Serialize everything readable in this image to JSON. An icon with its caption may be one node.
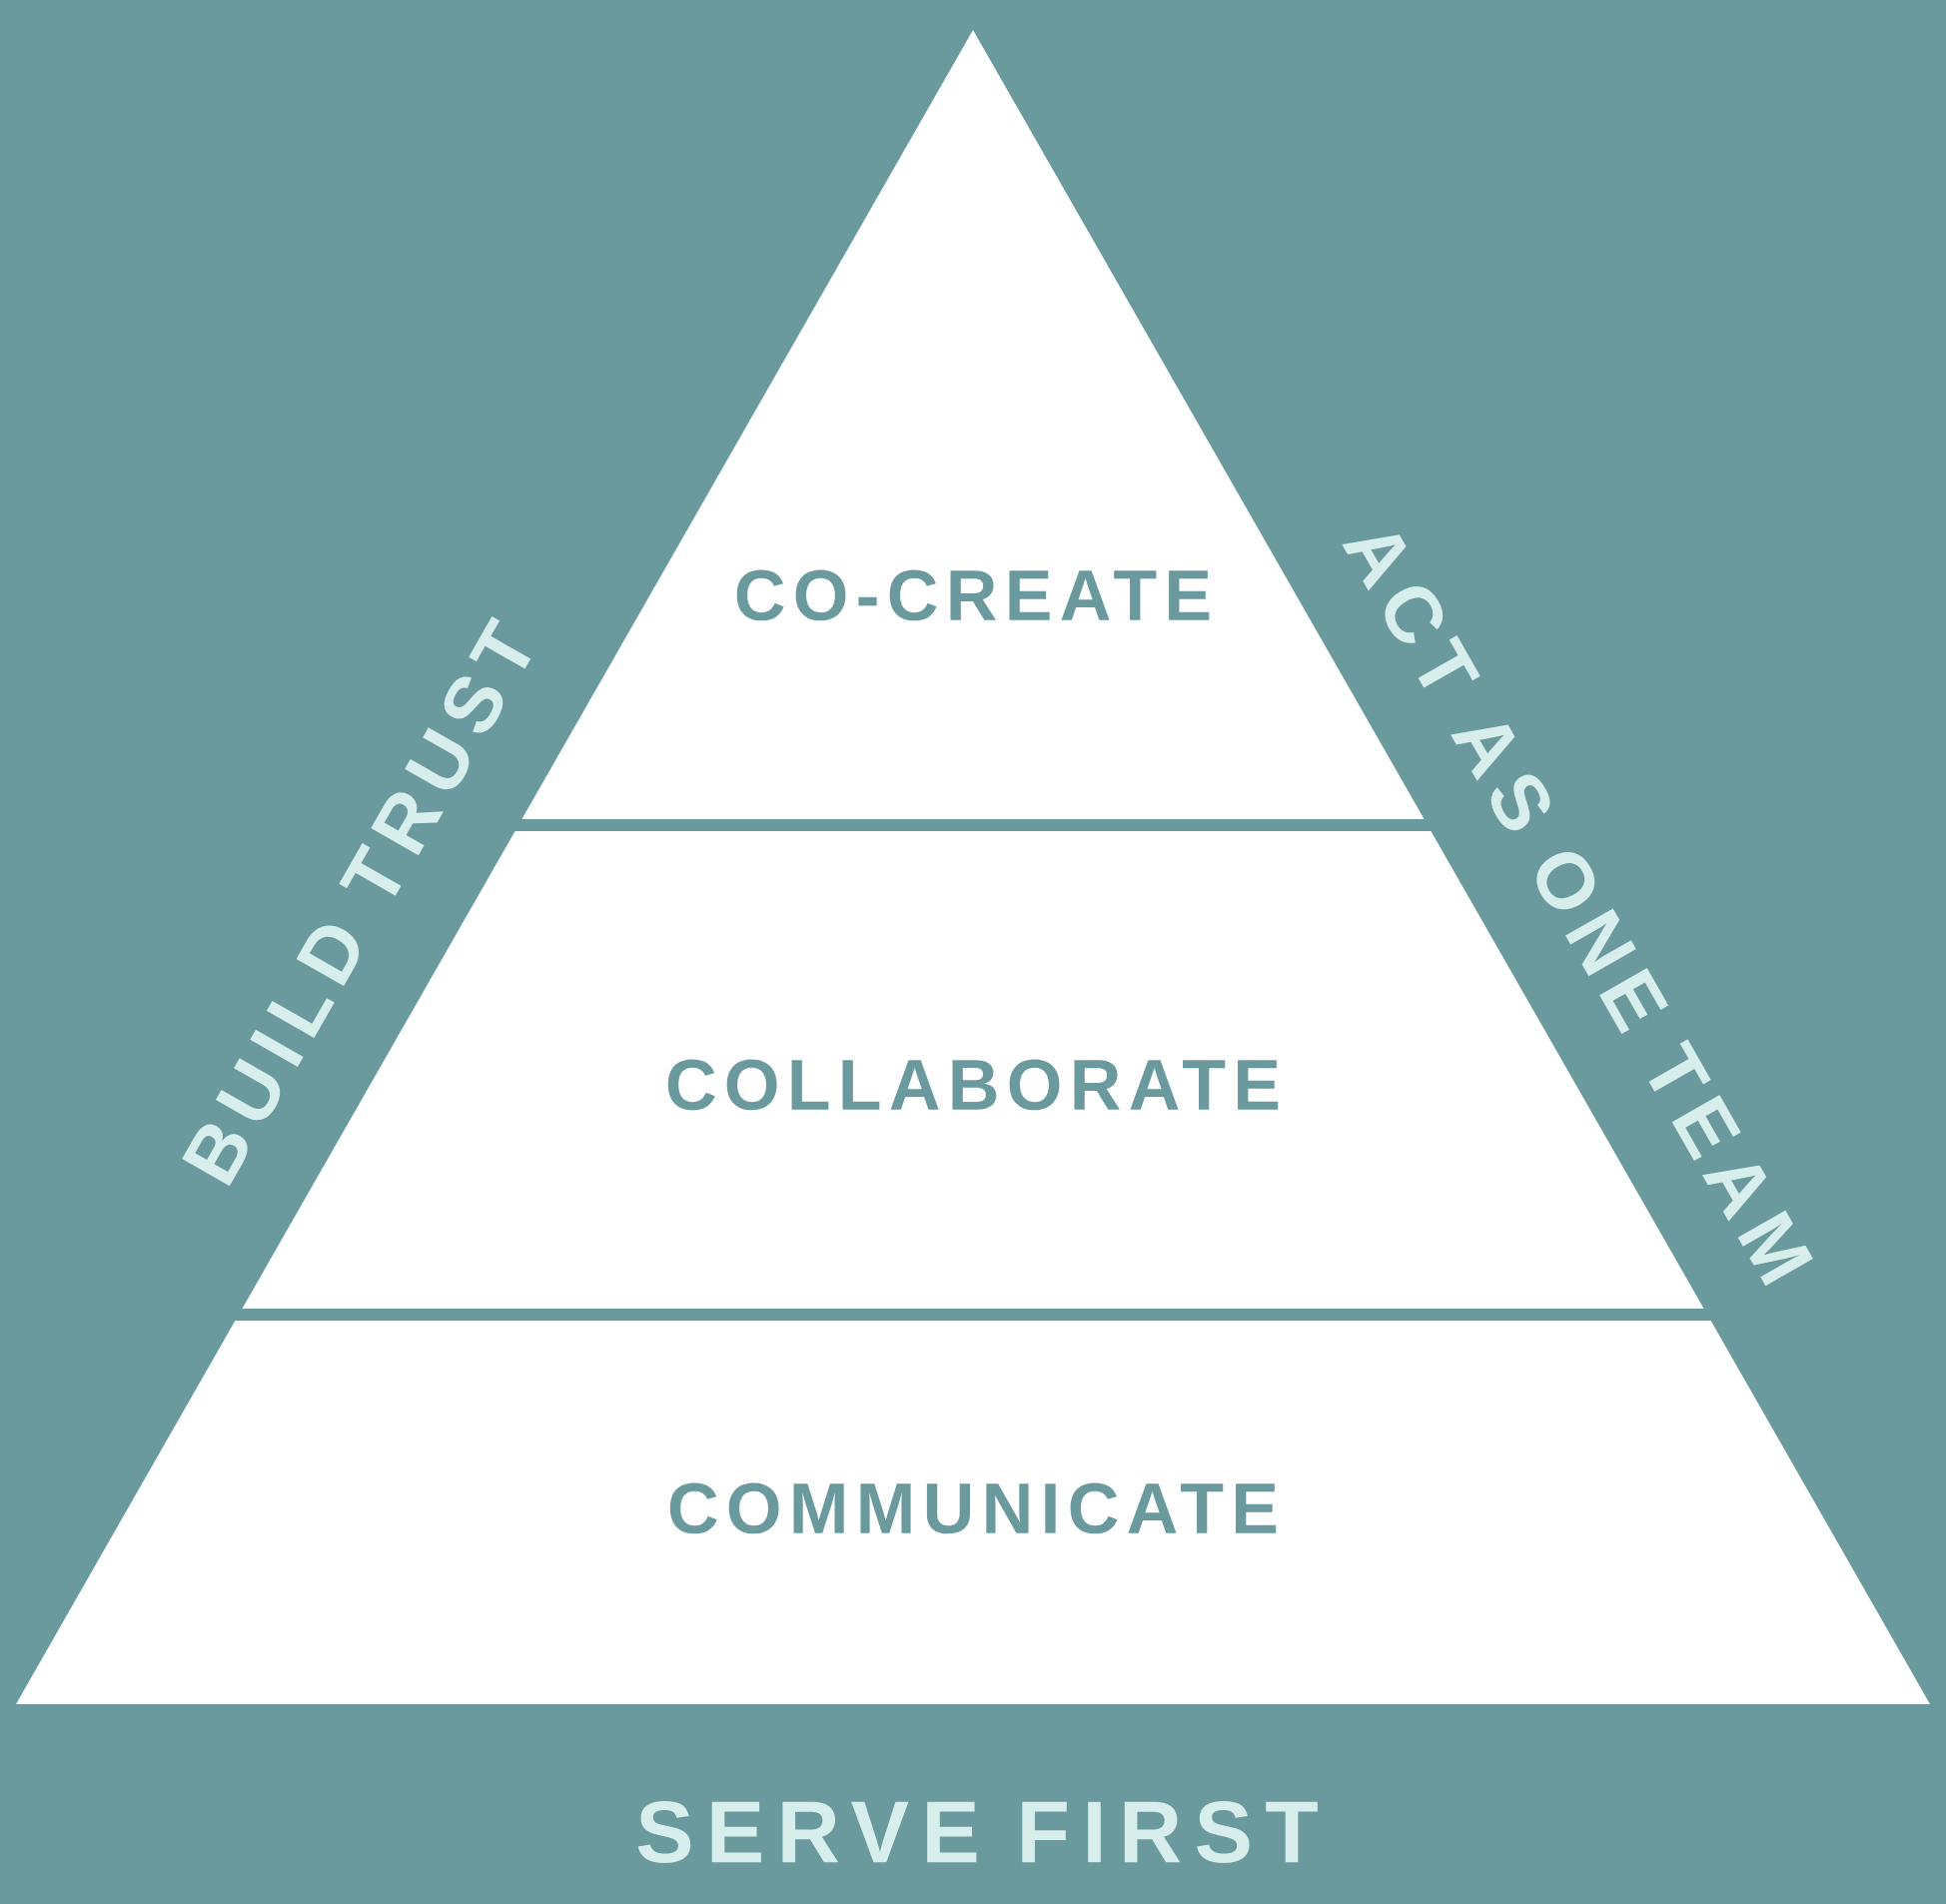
{
  "diagram": {
    "nodes": [
      {
        "text": [
          "CO-CREATE"
        ]
      },
      {
        "text": [
          "COLLABORATE"
        ]
      },
      {
        "text": [
          "COMMUNICATE"
        ]
      }
    ],
    "labels": [
      "BUILD TRUST",
      "ACT AS ONE TEAM",
      "SERVE FIRST"
    ]
  }
}
